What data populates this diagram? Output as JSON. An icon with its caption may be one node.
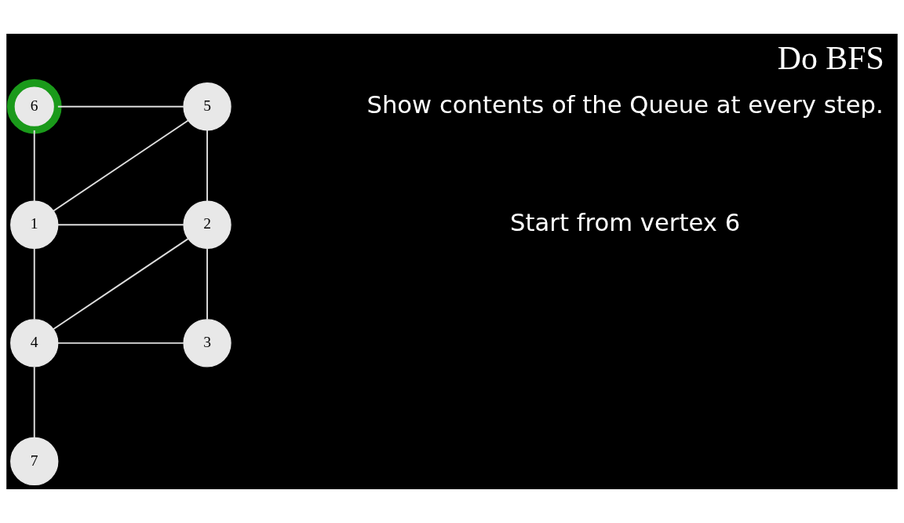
{
  "diagram": {
    "title": "Do BFS",
    "nodes": [
      {
        "text": [
          "6"
        ]
      },
      {
        "text": [
          "5"
        ]
      },
      {
        "text": [
          "1"
        ]
      },
      {
        "text": [
          "2"
        ]
      },
      {
        "text": [
          "4"
        ]
      },
      {
        "text": [
          "3"
        ]
      },
      {
        "text": [
          "7"
        ]
      }
    ],
    "edges": [
      {
        "from": 0,
        "to": 1,
        "arrow": "none"
      },
      {
        "from": 0,
        "to": 2,
        "arrow": "none"
      },
      {
        "from": 1,
        "to": 2,
        "arrow": "none"
      },
      {
        "from": 1,
        "to": 3,
        "arrow": "none"
      },
      {
        "from": 2,
        "to": 3,
        "arrow": "none"
      },
      {
        "from": 2,
        "to": 4,
        "arrow": "none"
      },
      {
        "from": 3,
        "to": 4,
        "arrow": "none"
      },
      {
        "from": 3,
        "to": 5,
        "arrow": "none"
      },
      {
        "from": 4,
        "to": 5,
        "arrow": "none"
      },
      {
        "from": 4,
        "to": 6,
        "arrow": "none"
      }
    ],
    "labels": [
      "Show contents of the Queue at every step.",
      "Start from vertex 6"
    ]
  }
}
